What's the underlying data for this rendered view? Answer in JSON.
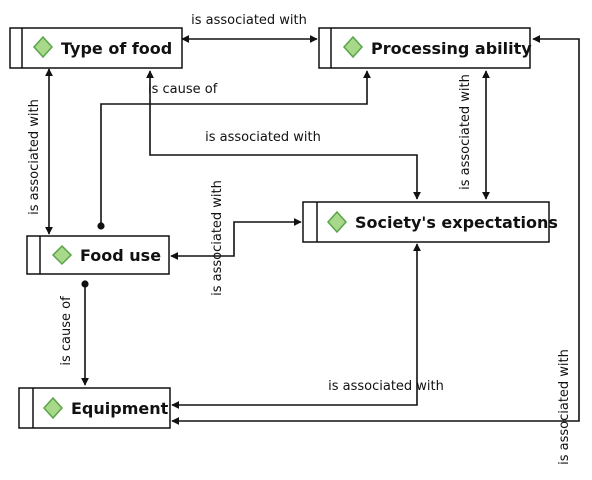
{
  "nodes": {
    "type_of_food": "Type of food",
    "processing_ability": "Processing ability",
    "food_use": "Food use",
    "societys_expectations": "Society's expectations",
    "equipment": "Equipment"
  },
  "edges": {
    "type_processing": "is associated with",
    "type_foodsuse": "is associated with",
    "foodsuse_processing": "is cause of",
    "type_society": "is associated with",
    "processing_society": "is associated with",
    "foodsuse_society": "is associated with",
    "foodsuse_equipment": "is cause of",
    "society_equipment": "is associated with",
    "processing_equipment": "is associated with"
  },
  "colors": {
    "diamond_fill": "#a8d88a",
    "diamond_stroke": "#5aa54a",
    "line": "#111111"
  }
}
